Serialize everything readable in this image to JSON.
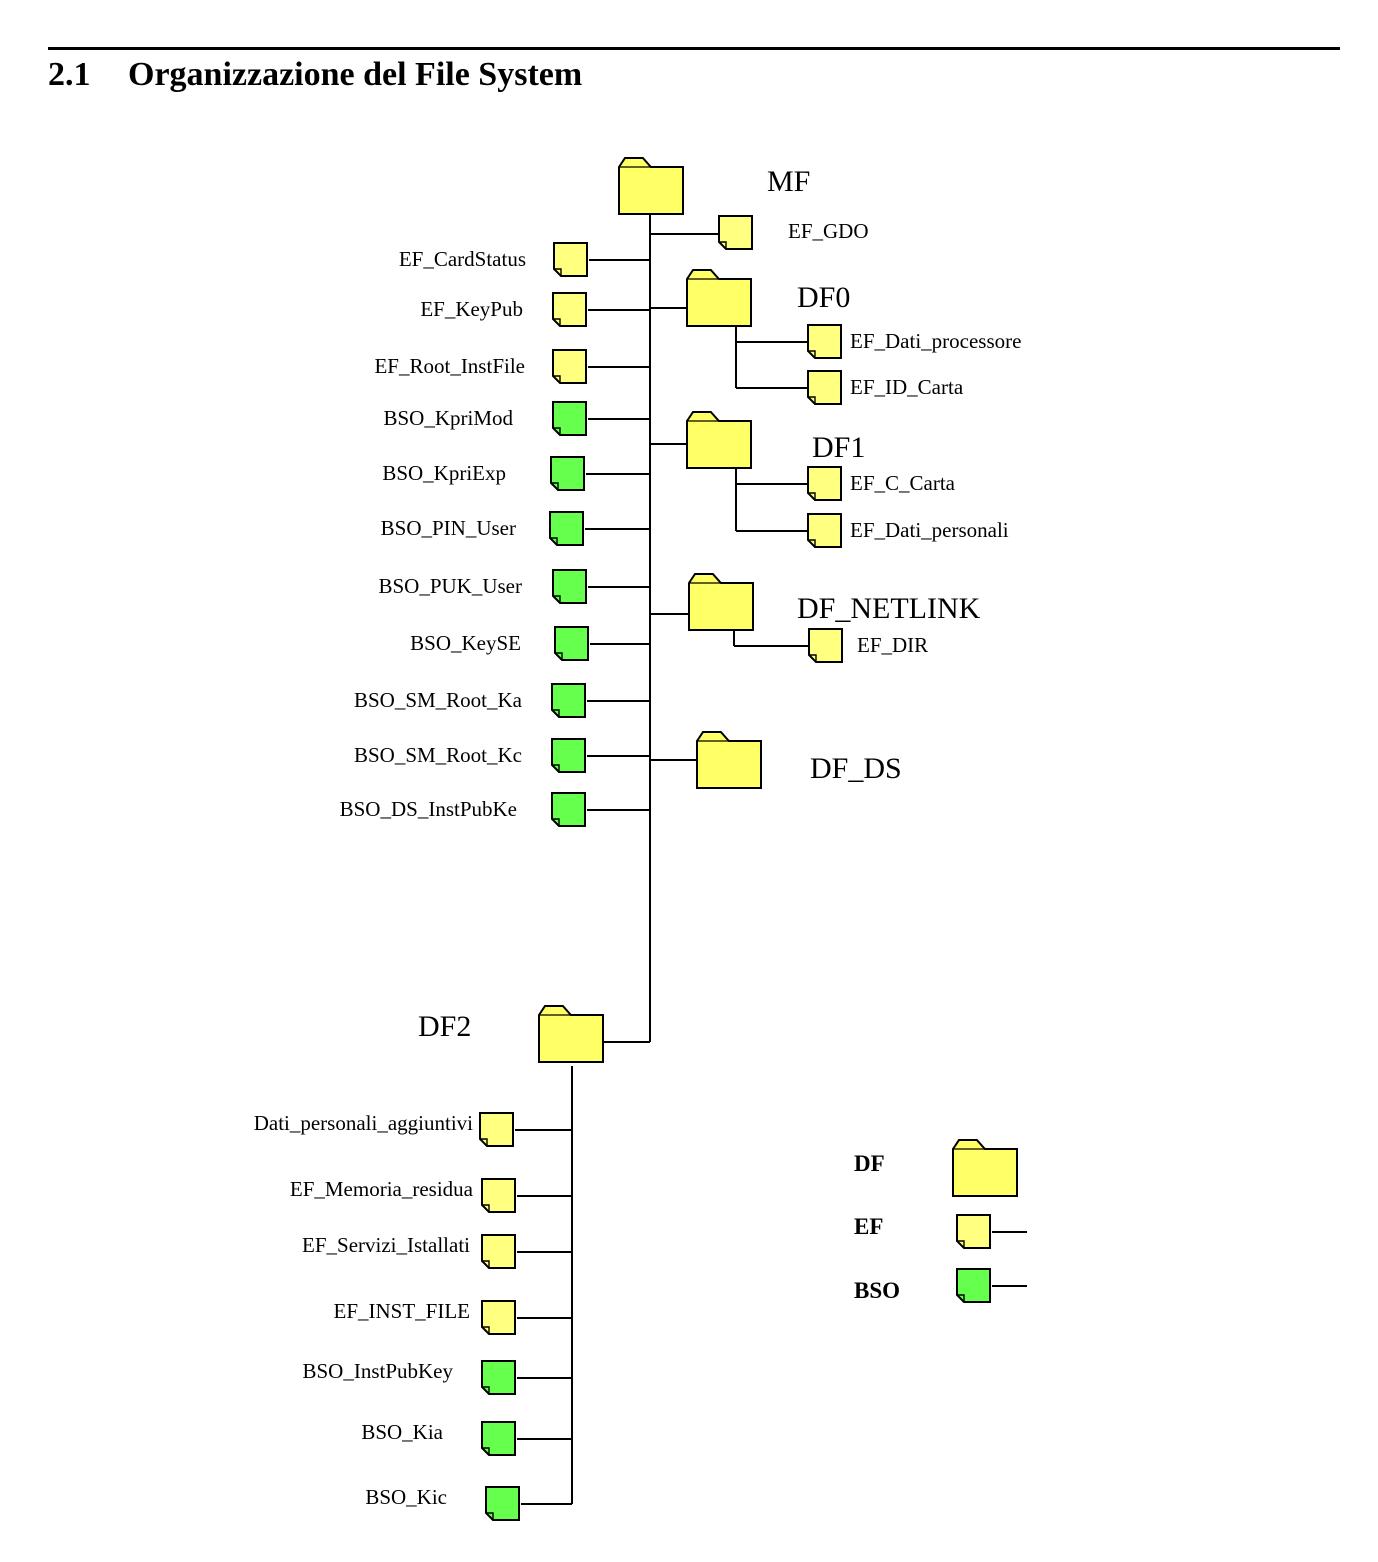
{
  "section": {
    "number": "2.1",
    "title": "Organizzazione del File System"
  },
  "colors": {
    "ef_fill": "#ffff80",
    "bso_fill": "#66ff4d",
    "df_fill": "#ffff66",
    "outline": "#000000"
  },
  "diagram": {
    "root": {
      "name": "MF",
      "type": "DF"
    },
    "mf_children": [
      {
        "name": "EF_GDO",
        "type": "EF"
      },
      {
        "name": "EF_CardStatus",
        "type": "EF"
      },
      {
        "name": "EF_KeyPub",
        "type": "EF"
      },
      {
        "name": "DF0",
        "type": "DF",
        "children": [
          {
            "name": "EF_Dati_processore",
            "type": "EF"
          },
          {
            "name": "EF_ID_Carta",
            "type": "EF"
          }
        ]
      },
      {
        "name": "EF_Root_InstFile",
        "type": "EF"
      },
      {
        "name": "BSO_KpriMod",
        "type": "BSO"
      },
      {
        "name": "DF1",
        "type": "DF",
        "children": [
          {
            "name": "EF_C_Carta",
            "type": "EF"
          },
          {
            "name": "EF_Dati_personali",
            "type": "EF"
          }
        ]
      },
      {
        "name": "BSO_KpriExp",
        "type": "BSO"
      },
      {
        "name": "BSO_PIN_User",
        "type": "BSO"
      },
      {
        "name": "BSO_PUK_User",
        "type": "BSO"
      },
      {
        "name": "DF_NETLINK",
        "type": "DF",
        "children": [
          {
            "name": "EF_DIR",
            "type": "EF"
          }
        ]
      },
      {
        "name": "BSO_KeySE",
        "type": "BSO"
      },
      {
        "name": "BSO_SM_Root_Ka",
        "type": "BSO"
      },
      {
        "name": "BSO_SM_Root_Kc",
        "type": "BSO"
      },
      {
        "name": "DF_DS",
        "type": "DF"
      },
      {
        "name": "BSO_DS_InstPubKe",
        "type": "BSO"
      },
      {
        "name": "DF2",
        "type": "DF",
        "children": [
          {
            "name": "Dati_personali_aggiuntivi",
            "type": "EF"
          },
          {
            "name": "EF_Memoria_residua",
            "type": "EF"
          },
          {
            "name": "EF_Servizi_Istallati",
            "type": "EF"
          },
          {
            "name": "EF_INST_FILE",
            "type": "EF"
          },
          {
            "name": "BSO_InstPubKey",
            "type": "BSO"
          },
          {
            "name": "BSO_Kia",
            "type": "BSO"
          },
          {
            "name": "BSO_Kic",
            "type": "BSO"
          }
        ]
      }
    ]
  },
  "legend": [
    {
      "label": "DF",
      "type": "DF"
    },
    {
      "label": "EF",
      "type": "EF"
    },
    {
      "label": "BSO",
      "type": "BSO"
    }
  ]
}
